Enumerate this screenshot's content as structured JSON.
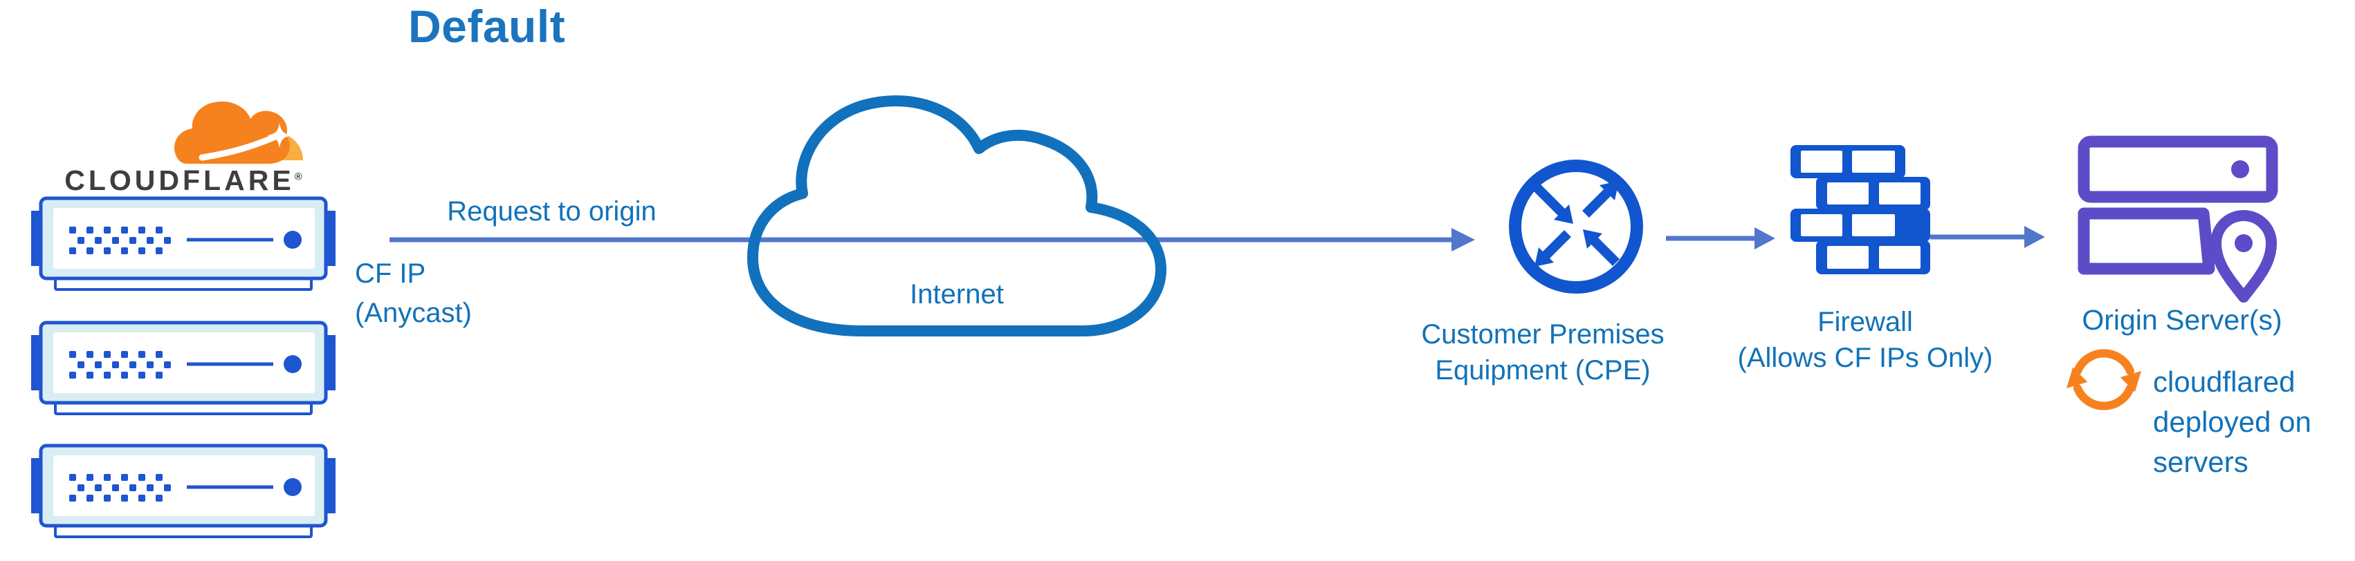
{
  "title": "Default",
  "cloudflare_logo": {
    "wordmark": "CLOUDFLARE",
    "registered_mark": "®"
  },
  "labels": {
    "request_to_origin": "Request to origin",
    "cf_ip_line1": "CF IP",
    "cf_ip_line2": "(Anycast)",
    "internet": "Internet",
    "cpe_line1": "Customer Premises",
    "cpe_line2": "Equipment (CPE)",
    "firewall_line1": "Firewall",
    "firewall_line2": "(Allows CF IPs Only)",
    "origin_servers": "Origin Server(s)",
    "cloudflared_line1": "cloudflared",
    "cloudflared_line2": "deployed on",
    "cloudflared_line3": "servers"
  },
  "icons": {
    "cloudflare_cloud": "cloudflare-logo-cloud",
    "edge_servers": "three stacked Cloudflare edge server appliances",
    "internet_cloud": "internet-cloud-outline",
    "cpe_router": "router circle with four diagonal arrows",
    "firewall": "brick-wall",
    "origin_server": "two server racks with location pin",
    "refresh": "orange circular sync arrows"
  },
  "colors": {
    "title_blue": "#1b74bd",
    "label_blue": "#1172b9",
    "icon_blue": "#1155cf",
    "server_blue": "#1e55d0",
    "server_fill": "#d8edf4",
    "arrow_blue": "#5276cb",
    "cloud_stroke": "#1171bc",
    "origin_purple": "#5c4cc7",
    "cf_orange": "#f6821f",
    "cf_orange_light": "#fbad41",
    "wordmark_gray": "#3e3e40"
  }
}
